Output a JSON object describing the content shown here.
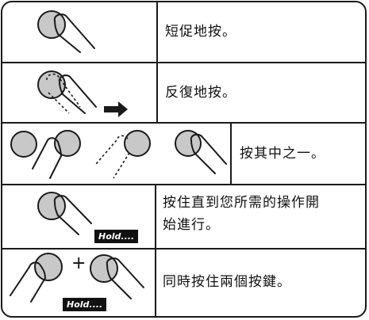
{
  "rows": [
    {
      "text": "短促地按。"
    },
    {
      "text": "反復地按。"
    },
    {
      "text": "按其中之一。"
    },
    {
      "text_line1": "按住直到您所需的操作開",
      "text_line2": "始進行。",
      "hold_label": "Hold...."
    },
    {
      "text": "同時按住兩個按鍵。",
      "hold_label": "Hold....",
      "plus": "+"
    }
  ]
}
